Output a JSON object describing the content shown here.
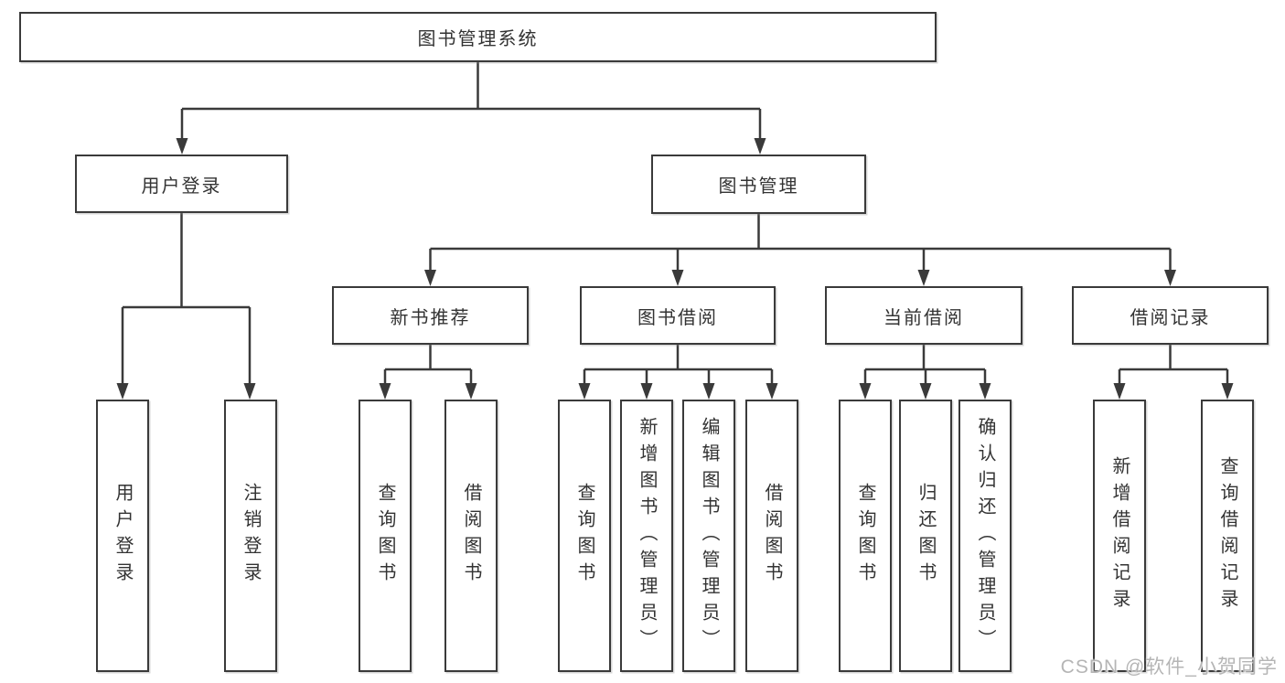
{
  "tree": {
    "root": "图书管理系统",
    "level2": [
      {
        "label": "用户登录",
        "children": [
          "用户登录",
          "注销登录"
        ]
      },
      {
        "label": "图书管理"
      }
    ],
    "level3": [
      {
        "label": "新书推荐",
        "children": [
          "查询图书",
          "借阅图书"
        ]
      },
      {
        "label": "图书借阅",
        "children": [
          "查询图书",
          "新增图书（管理员）",
          "编辑图书（管理员）",
          "借阅图书"
        ]
      },
      {
        "label": "当前借阅",
        "children": [
          "查询图书",
          "归还图书",
          "确认归还（管理员）"
        ]
      },
      {
        "label": "借阅记录",
        "children": [
          "新增借阅记录",
          "查询借阅记录"
        ]
      }
    ]
  },
  "watermark": "CSDN @软件_小贺同学",
  "colors": {
    "line": "#3a3a3a",
    "text": "#333333",
    "background": "#ffffff",
    "watermark": "#b5b5b5"
  }
}
